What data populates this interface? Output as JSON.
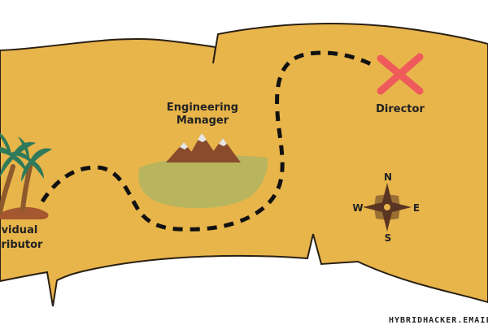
{
  "map": {
    "labels": {
      "start_line1": "Individual",
      "start_line2": "Contributor",
      "mid_line1": "Engineering",
      "mid_line2": "Manager",
      "end": "Director"
    },
    "compass": {
      "n": "N",
      "s": "S",
      "e": "E",
      "w": "W"
    },
    "footer": "HYBRIDHACKER.EMAIL",
    "icons": [
      "palm-tree-island-icon",
      "mountain-island-icon",
      "x-mark-icon",
      "compass-rose-icon"
    ],
    "colors": {
      "parchment": "#e8b54b",
      "path": "#111111",
      "x_mark": "#ef5b5b",
      "island_grass": "#b8b55e",
      "mountain": "#8a4b2c",
      "compass": "#5a3422",
      "palm_leaf": "#2f7a5a"
    }
  }
}
